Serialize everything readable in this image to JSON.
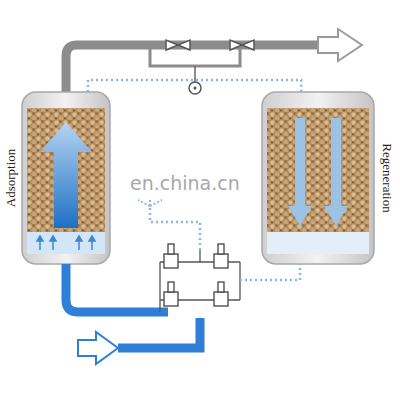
{
  "diagram": {
    "nodes": [
      {
        "text": [
          "Adsorption"
        ]
      },
      {
        "text": [
          "Regeneration"
        ]
      }
    ],
    "edges": [
      {
        "from": 0,
        "to": 1,
        "arrow": "none"
      }
    ],
    "labels": [
      "en.china.cn"
    ]
  }
}
